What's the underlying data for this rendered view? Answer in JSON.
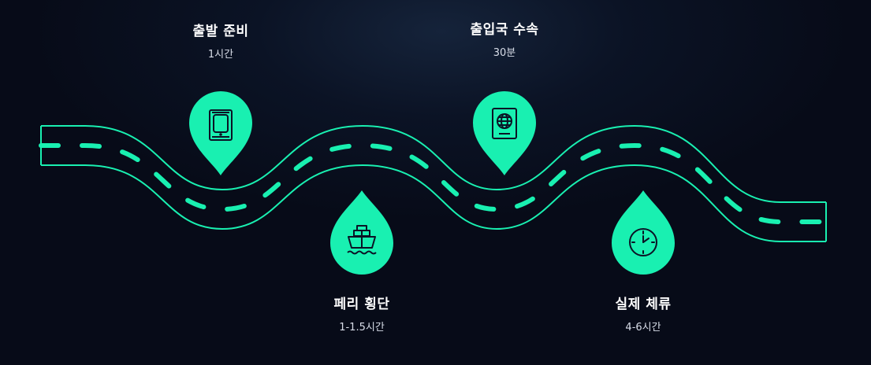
{
  "accent": "#19f0b1",
  "background": "#070b18",
  "steps": [
    {
      "title": "출발 준비",
      "duration": "1시간",
      "icon": "passport-document-icon"
    },
    {
      "title": "페리 횡단",
      "duration": "1-1.5시간",
      "icon": "ship-icon"
    },
    {
      "title": "출입국 수속",
      "duration": "30분",
      "icon": "passport-globe-icon"
    },
    {
      "title": "실제 체류",
      "duration": "4-6시간",
      "icon": "clock-icon"
    }
  ]
}
